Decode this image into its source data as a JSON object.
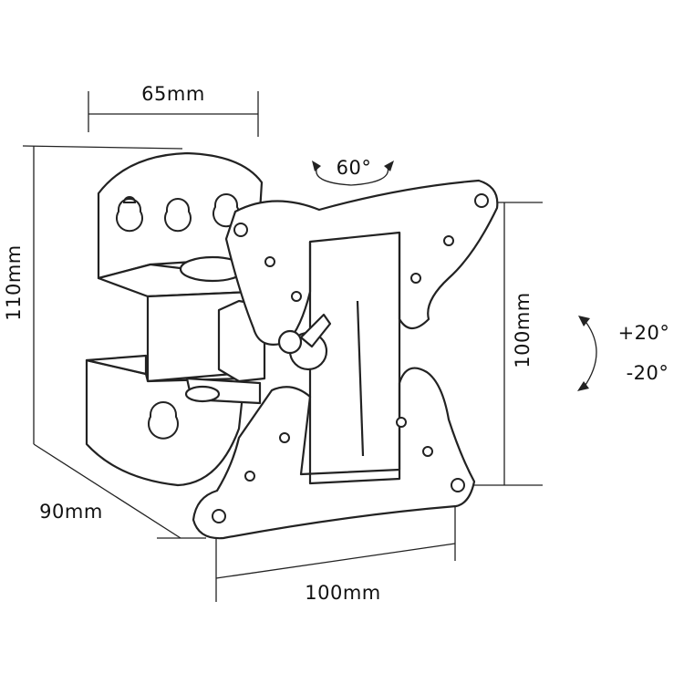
{
  "dimensions": {
    "top_width": "65mm",
    "height": "110mm",
    "depth": "90mm",
    "vesa_width": "100mm",
    "vesa_height": "100mm"
  },
  "rotation": {
    "swivel": "60°",
    "tilt_up": "+20°",
    "tilt_down": "-20°"
  }
}
